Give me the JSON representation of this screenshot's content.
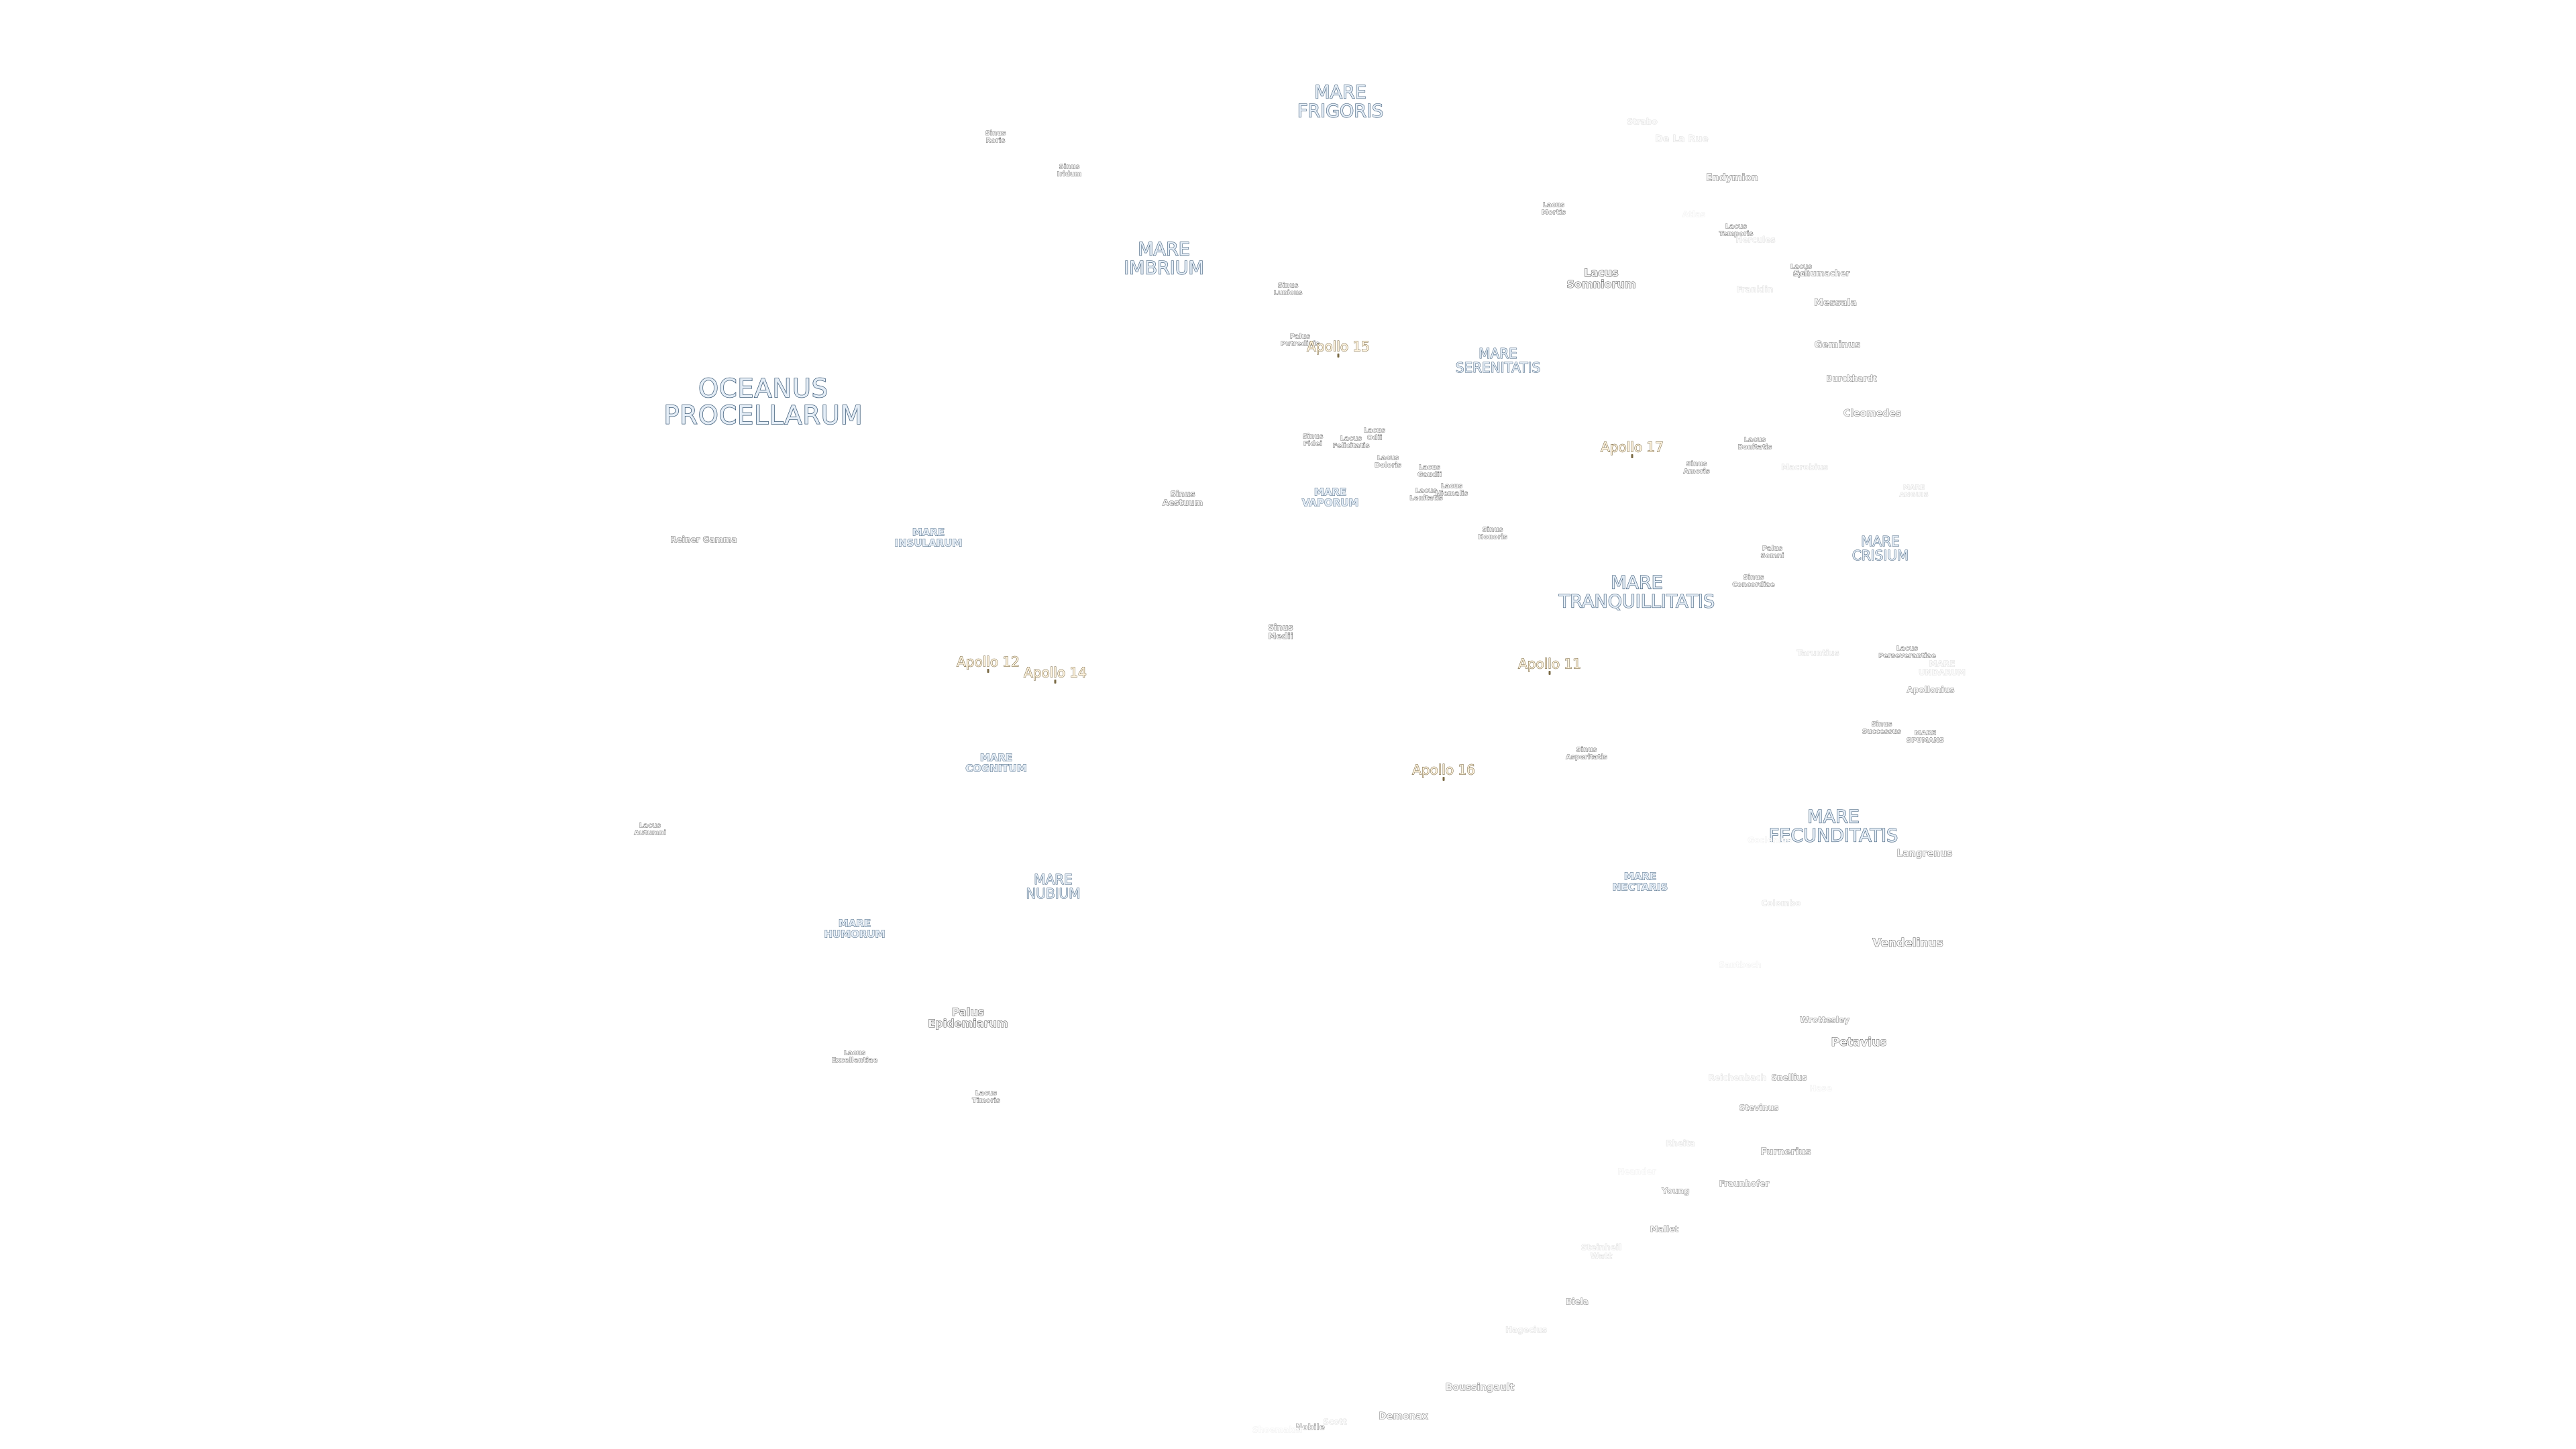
{
  "map": {
    "labels": [
      {
        "lines": [
          "OCEANUS",
          "PROCELLARUM"
        ],
        "cls": "ocean"
      },
      {
        "lines": [
          "MARE",
          "FRIGORIS"
        ],
        "cls": "mare-l"
      },
      {
        "lines": [
          "MARE",
          "IMBRIUM"
        ],
        "cls": "mare-l"
      },
      {
        "lines": [
          "MARE",
          "SERENITATIS"
        ],
        "cls": "mare-m"
      },
      {
        "lines": [
          "MARE",
          "TRANQUILLITATIS"
        ],
        "cls": "mare-l"
      },
      {
        "lines": [
          "MARE",
          "CRISIUM"
        ],
        "cls": "mare-m"
      },
      {
        "lines": [
          "MARE",
          "FECUNDITATIS"
        ],
        "cls": "mare-l"
      },
      {
        "lines": [
          "MARE",
          "NECTARIS"
        ],
        "cls": "mare-s"
      },
      {
        "lines": [
          "MARE",
          "NUBIUM"
        ],
        "cls": "mare-m"
      },
      {
        "lines": [
          "MARE",
          "HUMORUM"
        ],
        "cls": "mare-s"
      },
      {
        "lines": [
          "MARE",
          "COGNITUM"
        ],
        "cls": "mare-s"
      },
      {
        "lines": [
          "MARE",
          "INSULARUM"
        ],
        "cls": "mare-s"
      },
      {
        "lines": [
          "MARE",
          "VAPORUM"
        ],
        "cls": "mare-s"
      },
      {
        "lines": [
          "MARE",
          "ANGUIS"
        ],
        "cls": "feat-xs faint"
      },
      {
        "lines": [
          "MARE",
          "UNDARUM"
        ],
        "cls": "feat-s faint"
      },
      {
        "lines": [
          "MARE",
          "SPUMANS"
        ],
        "cls": "feat-xs"
      },
      {
        "lines": [
          "Sinus",
          "Roris"
        ],
        "cls": "feat-xs"
      },
      {
        "lines": [
          "Sinus",
          "Iridum"
        ],
        "cls": "feat-xs"
      },
      {
        "lines": [
          "Sinus",
          "Lunicus"
        ],
        "cls": "feat-xs"
      },
      {
        "lines": [
          "Palus",
          "Putredinis"
        ],
        "cls": "feat-xs"
      },
      {
        "lines": [
          "Sinus",
          "Aestuum"
        ],
        "cls": "feat-s"
      },
      {
        "lines": [
          "Sinus",
          "Medii"
        ],
        "cls": "feat-s"
      },
      {
        "lines": [
          "Sinus",
          "Fidei"
        ],
        "cls": "feat-xs"
      },
      {
        "lines": [
          "Lacus",
          "Felicitatis"
        ],
        "cls": "feat-xs"
      },
      {
        "lines": [
          "Lacus",
          "Odii"
        ],
        "cls": "feat-xs"
      },
      {
        "lines": [
          "Lacus",
          "Doloris"
        ],
        "cls": "feat-xs"
      },
      {
        "lines": [
          "Lacus",
          "Gaudii"
        ],
        "cls": "feat-xs"
      },
      {
        "lines": [
          "Lacus",
          "Lenitatis"
        ],
        "cls": "feat-xs"
      },
      {
        "lines": [
          "Lacus",
          "Hiemalis"
        ],
        "cls": "feat-xs"
      },
      {
        "lines": [
          "Sinus",
          "Honoris"
        ],
        "cls": "feat-xs"
      },
      {
        "lines": [
          "Lacus",
          "Mortis"
        ],
        "cls": "feat-xs"
      },
      {
        "lines": [
          "Lacus",
          "Somniorum"
        ],
        "cls": "feat-m"
      },
      {
        "lines": [
          "Lacus",
          "Temporis"
        ],
        "cls": "feat-xs"
      },
      {
        "lines": [
          "Lacus",
          "Spei"
        ],
        "cls": "feat-xs"
      },
      {
        "lines": [
          "Lacus",
          "Bonitatis"
        ],
        "cls": "feat-xs"
      },
      {
        "lines": [
          "Sinus",
          "Amoris"
        ],
        "cls": "feat-xs"
      },
      {
        "lines": [
          "Palus",
          "Somni"
        ],
        "cls": "feat-xs"
      },
      {
        "lines": [
          "Sinus",
          "Concordiae"
        ],
        "cls": "feat-xs"
      },
      {
        "lines": [
          "Lacus",
          "Perseverantiae"
        ],
        "cls": "feat-xs"
      },
      {
        "lines": [
          "Sinus",
          "Successus"
        ],
        "cls": "feat-xs"
      },
      {
        "lines": [
          "Sinus",
          "Asperitatis"
        ],
        "cls": "feat-xs"
      },
      {
        "lines": [
          "Palus",
          "Epidemiarum"
        ],
        "cls": "feat-m"
      },
      {
        "lines": [
          "Lacus",
          "Excellentiae"
        ],
        "cls": "feat-xs"
      },
      {
        "lines": [
          "Lacus",
          "Timoris"
        ],
        "cls": "feat-xs"
      },
      {
        "lines": [
          "Lacus",
          "Autumni"
        ],
        "cls": "feat-xs"
      },
      {
        "lines": [
          "Reiner Gamma"
        ],
        "cls": "feat-s"
      },
      {
        "lines": [
          "Strabo"
        ],
        "cls": "crater-s faint"
      },
      {
        "lines": [
          "De La Rue"
        ],
        "cls": "crater-m faint"
      },
      {
        "lines": [
          "Endymion"
        ],
        "cls": "crater-m"
      },
      {
        "lines": [
          "Atlas"
        ],
        "cls": "crater-s faint2"
      },
      {
        "lines": [
          "Hercules"
        ],
        "cls": "crater-s faint"
      },
      {
        "lines": [
          "Schumacher"
        ],
        "cls": "crater-s"
      },
      {
        "lines": [
          "Franklin"
        ],
        "cls": "crater-s faint"
      },
      {
        "lines": [
          "Messala"
        ],
        "cls": "crater-m"
      },
      {
        "lines": [
          "Geminus"
        ],
        "cls": "crater-m"
      },
      {
        "lines": [
          "Burckhardt"
        ],
        "cls": "crater-s"
      },
      {
        "lines": [
          "Cleomedes"
        ],
        "cls": "crater-m"
      },
      {
        "lines": [
          "Macrobius"
        ],
        "cls": "crater-s faint"
      },
      {
        "lines": [
          "Taruntius"
        ],
        "cls": "crater-s faint"
      },
      {
        "lines": [
          "Apollonius"
        ],
        "cls": "crater-s"
      },
      {
        "lines": [
          "Langrenus"
        ],
        "cls": "crater-m"
      },
      {
        "lines": [
          "Colombo"
        ],
        "cls": "crater-s faint"
      },
      {
        "lines": [
          "Goclenius"
        ],
        "cls": "crater-s faint2"
      },
      {
        "lines": [
          "Vendelinus"
        ],
        "cls": "crater-l"
      },
      {
        "lines": [
          "Santbech"
        ],
        "cls": "crater-s faint2"
      },
      {
        "lines": [
          "Wrottesley"
        ],
        "cls": "crater-s"
      },
      {
        "lines": [
          "Petavius"
        ],
        "cls": "crater-l"
      },
      {
        "lines": [
          "Reichenbach"
        ],
        "cls": "crater-s faint"
      },
      {
        "lines": [
          "Snellius"
        ],
        "cls": "crater-s"
      },
      {
        "lines": [
          "Hase"
        ],
        "cls": "crater-s faint2"
      },
      {
        "lines": [
          "Stevinus"
        ],
        "cls": "crater-s"
      },
      {
        "lines": [
          "Rheita"
        ],
        "cls": "crater-s faint"
      },
      {
        "lines": [
          "Furnerius"
        ],
        "cls": "crater-m"
      },
      {
        "lines": [
          "Neander"
        ],
        "cls": "crater-s faint2"
      },
      {
        "lines": [
          "Young"
        ],
        "cls": "crater-s"
      },
      {
        "lines": [
          "Fraunhofer"
        ],
        "cls": "crater-s"
      },
      {
        "lines": [
          "Mallet"
        ],
        "cls": "crater-s"
      },
      {
        "lines": [
          "Steinheil",
          "Watt"
        ],
        "cls": "crater-s faint"
      },
      {
        "lines": [
          "Biela"
        ],
        "cls": "crater-s"
      },
      {
        "lines": [
          "Hagecius"
        ],
        "cls": "crater-s faint"
      },
      {
        "lines": [
          "Boussingault"
        ],
        "cls": "crater-m"
      },
      {
        "lines": [
          "Demonax"
        ],
        "cls": "crater-m"
      },
      {
        "lines": [
          "Scott"
        ],
        "cls": "crater-s faint"
      },
      {
        "lines": [
          "Nobile"
        ],
        "cls": "crater-s"
      },
      {
        "lines": [
          "Shoemaker"
        ],
        "cls": "crater-s faint2"
      }
    ],
    "apollo_sites": [
      {
        "name": "Apollo 11"
      },
      {
        "name": "Apollo 12"
      },
      {
        "name": "Apollo 14"
      },
      {
        "name": "Apollo 15"
      },
      {
        "name": "Apollo 16"
      },
      {
        "name": "Apollo 17"
      }
    ]
  }
}
